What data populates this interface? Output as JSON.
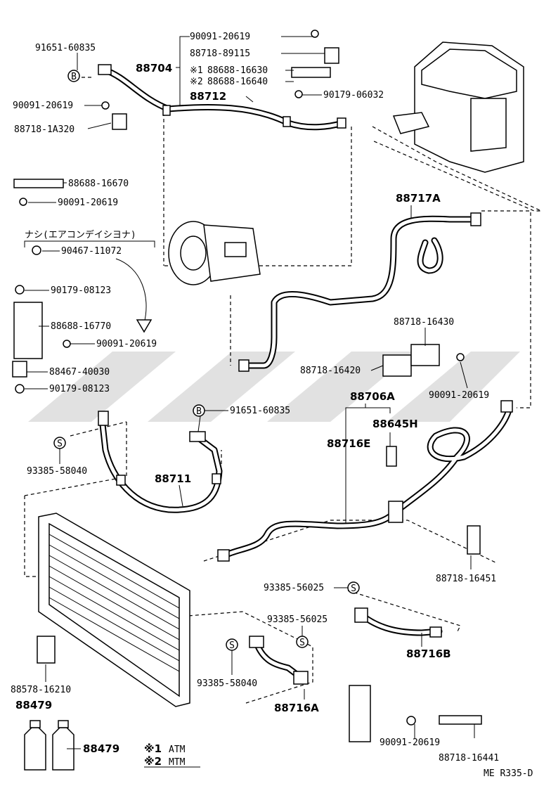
{
  "parts": {
    "p1": "91651-60835",
    "p2": "90091-20619",
    "p3": "88718-1A320",
    "p4": "88688-16670",
    "p5": "90091-20619",
    "p6": "90467-11072",
    "p7": "90179-08123",
    "p8": "88688-16770",
    "p9": "90091-20619",
    "p10": "88467-40030",
    "p11": "90179-08123",
    "p12": "93385-58040",
    "p13": "91651-60835",
    "p14": "88711",
    "p15": "88578-16210",
    "p16": "88479",
    "p17": "88479",
    "p18": "88704",
    "p19": "90091-20619",
    "p20": "88718-89115",
    "p21": "88688-16630",
    "p22": "88688-16640",
    "p23": "88712",
    "p24": "90179-06032",
    "p25": "88717A",
    "p26": "88718-16430",
    "p27": "88718-16420",
    "p28": "90091-20619",
    "p29": "88706A",
    "p30": "88645H",
    "p31": "88716E",
    "p32": "88718-16451",
    "p33": "93385-56025",
    "p34": "93385-56025",
    "p35": "93385-58040",
    "p36": "88716A",
    "p37": "88716B",
    "p38": "90091-20619",
    "p39": "88718-16441"
  },
  "marks": {
    "note1": "※1",
    "note2": "※2",
    "circle_b": "B",
    "circle_s": "S"
  },
  "header_note": "ナシ(エアコンデイシヨナ)",
  "legend": {
    "m1": "※1",
    "m1_text": "ATM",
    "m2": "※2",
    "m2_text": "MTM"
  },
  "footer_code": "ME R335-D"
}
